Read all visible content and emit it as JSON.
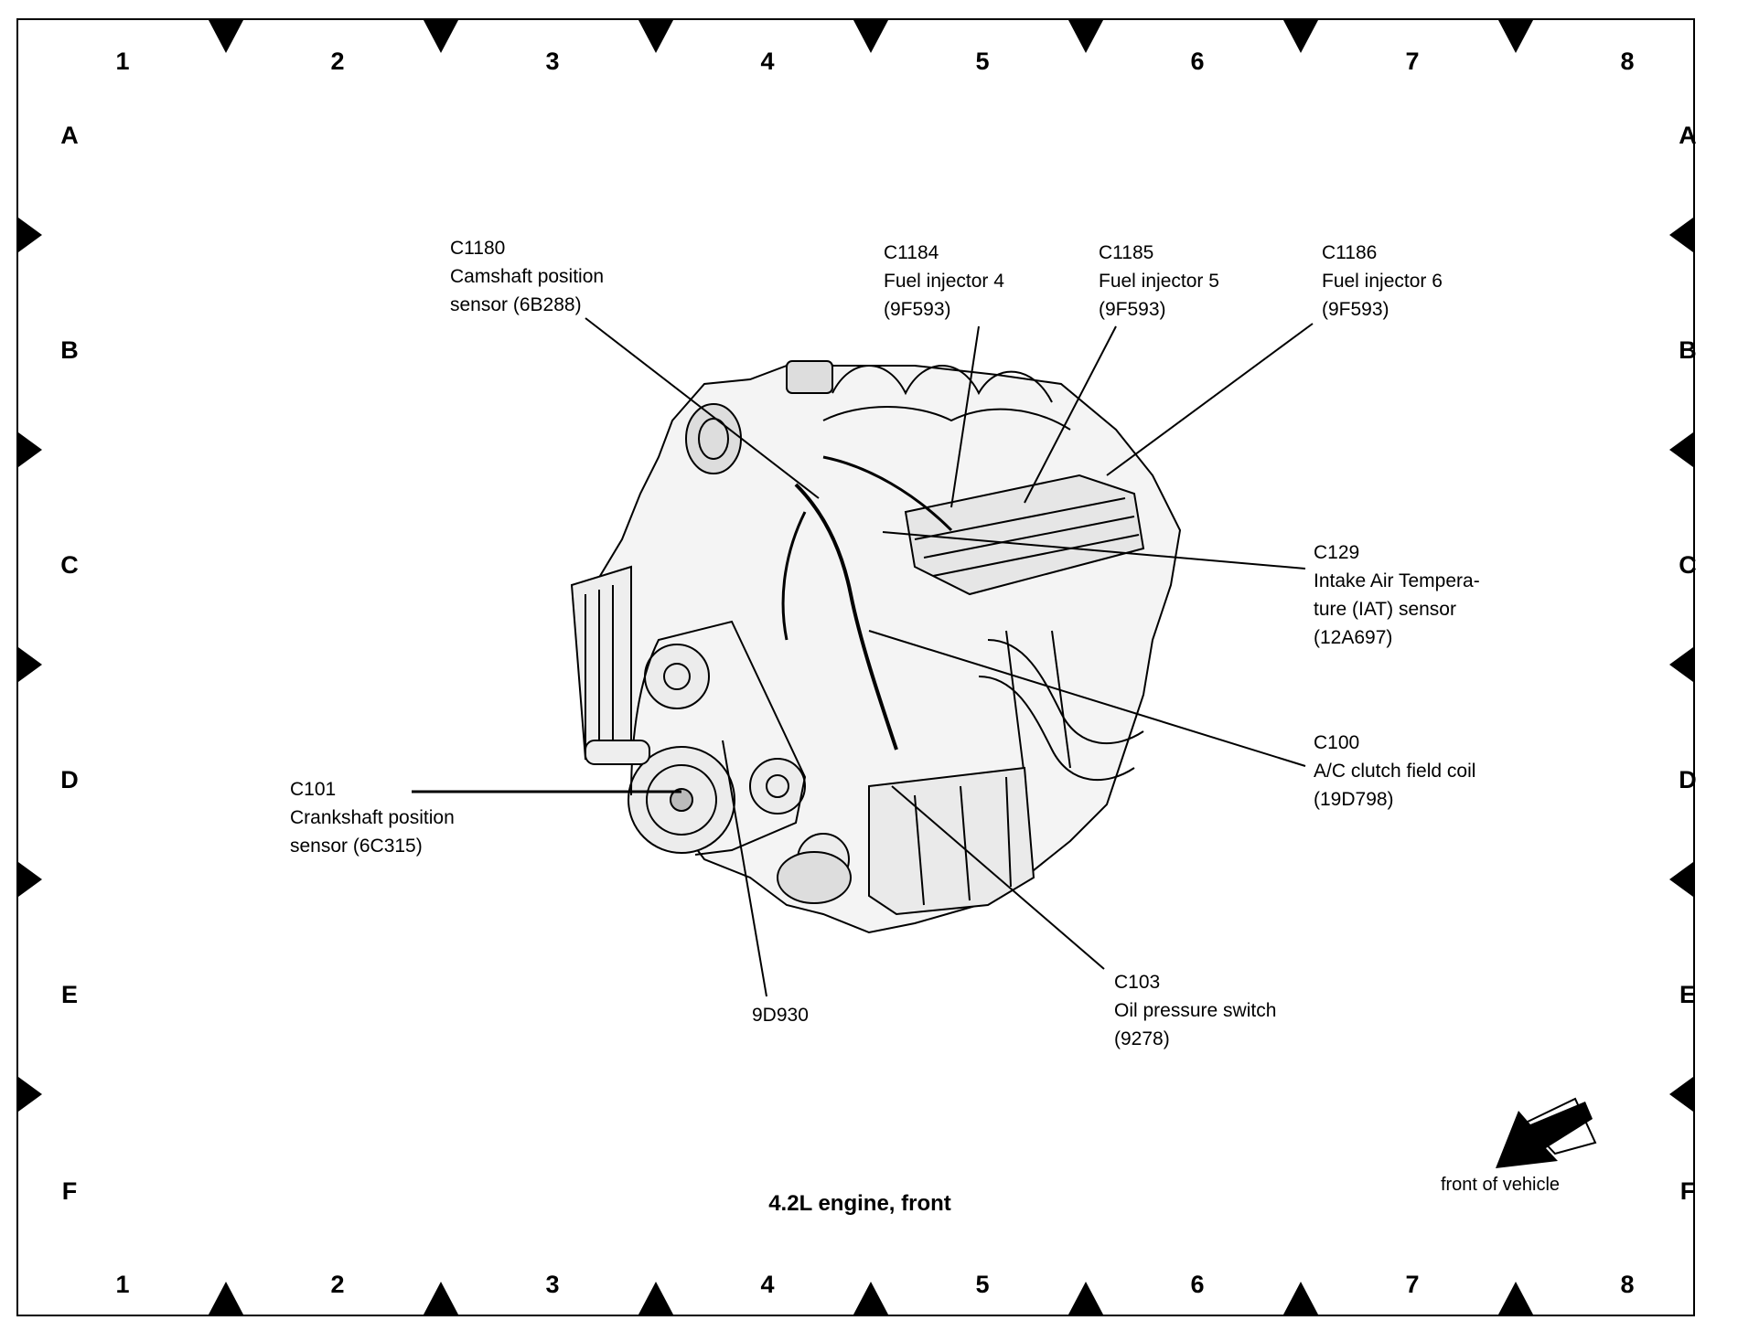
{
  "caption": "4.2L engine, front",
  "front_label": "front of vehicle",
  "grid": {
    "columns": [
      "1",
      "2",
      "3",
      "4",
      "5",
      "6",
      "7",
      "8"
    ],
    "rows": [
      "A",
      "B",
      "C",
      "D",
      "E",
      "F"
    ]
  },
  "callouts": {
    "c1180": {
      "code": "C1180",
      "line1": "Camshaft position",
      "line2": "sensor (6B288)"
    },
    "c1184": {
      "code": "C1184",
      "line1": "Fuel injector 4",
      "line2": "(9F593)"
    },
    "c1185": {
      "code": "C1185",
      "line1": "Fuel injector 5",
      "line2": "(9F593)"
    },
    "c1186": {
      "code": "C1186",
      "line1": "Fuel injector 6",
      "line2": "(9F593)"
    },
    "c129": {
      "code": "C129",
      "line1": "Intake Air Tempera-",
      "line2": "ture (IAT) sensor",
      "line3": "(12A697)"
    },
    "c100": {
      "code": "C100",
      "line1": "A/C clutch field coil",
      "line2": "(19D798)"
    },
    "c101": {
      "code": "C101",
      "line1": "Crankshaft position",
      "line2": "sensor (6C315)"
    },
    "c103": {
      "code": "C103",
      "line1": "Oil pressure switch",
      "line2": "(9278)"
    },
    "d930": {
      "code": "9D930"
    }
  }
}
